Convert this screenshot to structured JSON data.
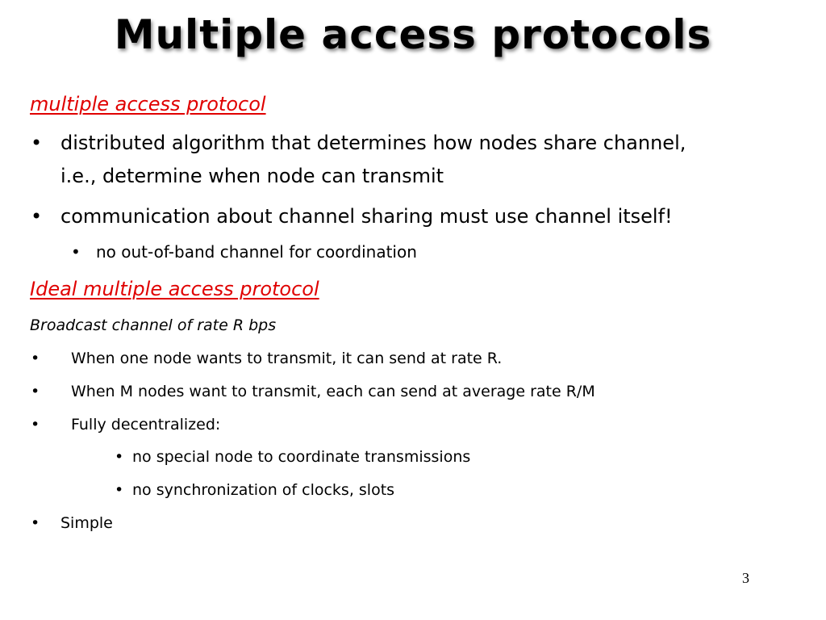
{
  "slide": {
    "title": "Multiple access protocols",
    "section1": {
      "heading": "multiple access protocol",
      "bullets": [
        {
          "line1": "distributed algorithm that determines how nodes share channel,",
          "line2": "i.e., determine when node can transmit"
        },
        {
          "line1": "communication about channel sharing must use channel itself!"
        }
      ],
      "subbullet": "no out-of-band channel for coordination"
    },
    "section2": {
      "heading": "Ideal multiple access protocol",
      "subheading": "Broadcast channel of rate R bps",
      "items": [
        "When one node wants to transmit, it can send at rate R.",
        "When M nodes want to transmit, each can send at average rate R/M",
        "Fully decentralized:"
      ],
      "subitems": [
        "no special node to coordinate transmissions",
        "no synchronization of clocks, slots"
      ],
      "final": "Simple"
    },
    "bullet_char": "•",
    "page_number": "3",
    "colors": {
      "heading": "#e00000",
      "text": "#000000",
      "background": "#ffffff"
    }
  }
}
